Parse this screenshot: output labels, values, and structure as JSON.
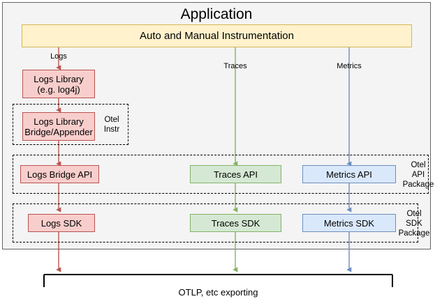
{
  "diagram": {
    "title": "Application",
    "colors": {
      "red_fill": "#f8cecc",
      "red_stroke": "#b85450",
      "green_fill": "#d5e8d4",
      "green_stroke": "#82b366",
      "blue_fill": "#dae8fc",
      "blue_stroke": "#6c8ebf",
      "yellow_fill": "#fff2cc",
      "yellow_stroke": "#d6b656",
      "app_bg": "#f4f4f4",
      "app_border": "#666666",
      "logs_arrow": "#b85450",
      "traces_arrow": "#82b366",
      "metrics_arrow": "#6c8ebf"
    },
    "instrumentation_bar": {
      "label": "Auto and Manual Instrumentation"
    },
    "signal_labels": {
      "logs": "Logs",
      "traces": "Traces",
      "metrics": "Metrics"
    },
    "nodes": {
      "logs_library": {
        "line1": "Logs Library",
        "line2": "(e.g. log4j)"
      },
      "logs_bridge_appender": {
        "line1": "Logs Library",
        "line2": "Bridge/Appender"
      },
      "logs_bridge_api": {
        "label": "Logs Bridge API"
      },
      "traces_api": {
        "label": "Traces API"
      },
      "metrics_api": {
        "label": "Metrics API"
      },
      "logs_sdk": {
        "label": "Logs SDK"
      },
      "traces_sdk": {
        "label": "Traces SDK"
      },
      "metrics_sdk": {
        "label": "Metrics SDK"
      }
    },
    "groups": {
      "otel_instr": {
        "line1": "Otel",
        "line2": "Instr"
      },
      "otel_api_package": {
        "line1": "Otel",
        "line2": "API",
        "line3": "Package"
      },
      "otel_sdk_package": {
        "line1": "Otel",
        "line2": "SDK",
        "line3": "Package"
      }
    },
    "export": {
      "label": "OTLP, etc exporting"
    }
  }
}
